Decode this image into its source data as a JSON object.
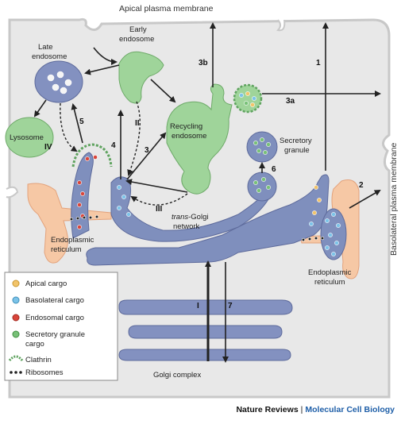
{
  "labels": {
    "apical_membrane": "Apical plasma membrane",
    "basolateral_membrane": "Basolateral plasma membrane",
    "late_endosome": [
      "Late",
      "endosome"
    ],
    "early_endosome": [
      "Early",
      "endosome"
    ],
    "lysosome": "Lysosome",
    "recycling_endosome": [
      "Recycling",
      "endosome"
    ],
    "secretory_granule": [
      "Secretory",
      "granule"
    ],
    "tgn_italic": "trans",
    "tgn_rest": "-Golgi",
    "tgn_line2": "network",
    "er_left": [
      "Endoplasmic",
      "reticulum"
    ],
    "er_right": [
      "Endoplasmic",
      "reticulum"
    ],
    "golgi_complex": "Golgi complex"
  },
  "pathway_numbers": {
    "p1": "1",
    "p2": "2",
    "p3": "3",
    "p3a": "3a",
    "p3b": "3b",
    "p4": "4",
    "p5": "5",
    "p6": "6",
    "p7": "7",
    "pI": "I",
    "pII": "II",
    "pIII": "III",
    "pIV": "IV"
  },
  "legend": [
    {
      "label": "Apical cargo",
      "color": "#f2c46a"
    },
    {
      "label": "Basolateral cargo",
      "color": "#7cc3e8"
    },
    {
      "label": "Endosomal cargo",
      "color": "#d9453a"
    },
    {
      "label": "Secretory granule",
      "label2": "cargo",
      "color": "#78c078"
    },
    {
      "label": "Clathrin",
      "color": "#5fa35f"
    },
    {
      "label": "Ribosomes",
      "color": "#222222"
    }
  ],
  "footer": {
    "journal": "Nature Reviews",
    "separator": "|",
    "section": "Molecular Cell Biology"
  },
  "colors": {
    "cell": "#eaeaea",
    "golgi": "#7f8fbd",
    "endosome_green": "#9fd49a",
    "er": "#f6c8a5",
    "lysosome": "#9fd49a"
  }
}
